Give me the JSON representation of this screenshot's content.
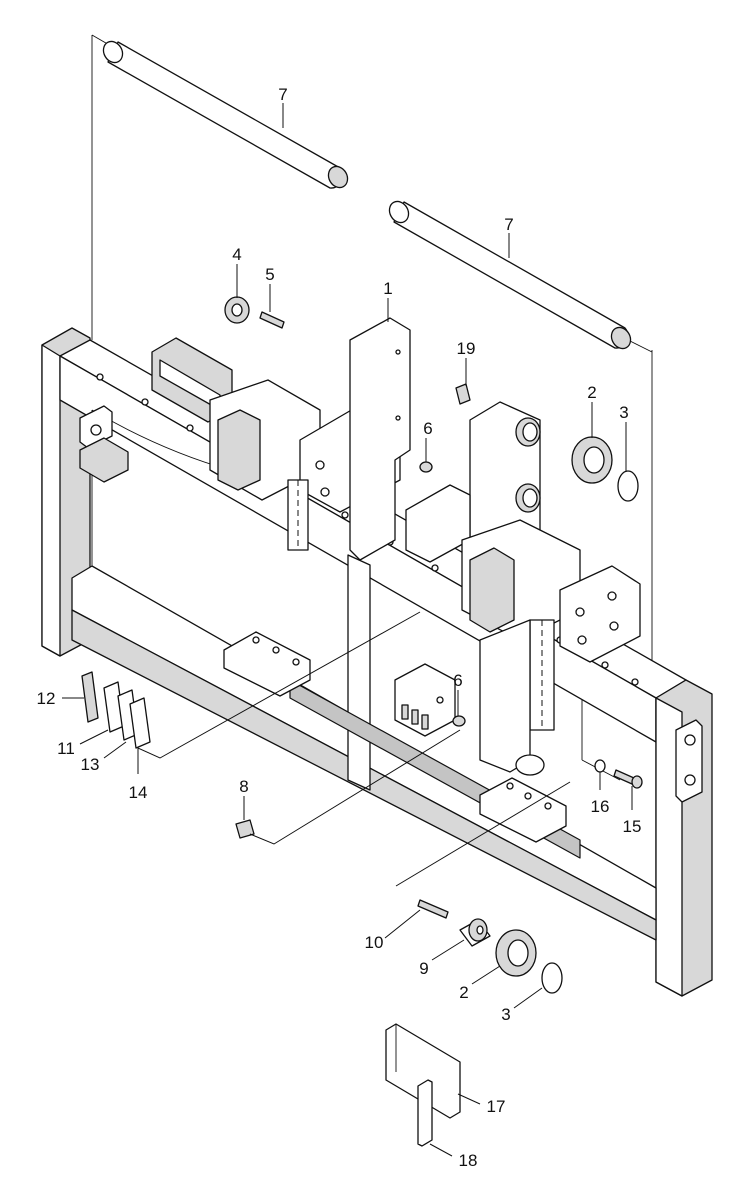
{
  "callouts": [
    {
      "id": "c1",
      "label": "1"
    },
    {
      "id": "c2a",
      "label": "2"
    },
    {
      "id": "c2b",
      "label": "2"
    },
    {
      "id": "c3a",
      "label": "3"
    },
    {
      "id": "c3b",
      "label": "3"
    },
    {
      "id": "c4",
      "label": "4"
    },
    {
      "id": "c5",
      "label": "5"
    },
    {
      "id": "c6a",
      "label": "6"
    },
    {
      "id": "c6b",
      "label": "6"
    },
    {
      "id": "c7a",
      "label": "7"
    },
    {
      "id": "c7b",
      "label": "7"
    },
    {
      "id": "c8",
      "label": "8"
    },
    {
      "id": "c9",
      "label": "9"
    },
    {
      "id": "c10",
      "label": "10"
    },
    {
      "id": "c11",
      "label": "11"
    },
    {
      "id": "c12",
      "label": "12"
    },
    {
      "id": "c13",
      "label": "13"
    },
    {
      "id": "c14",
      "label": "14"
    },
    {
      "id": "c15",
      "label": "15"
    },
    {
      "id": "c16",
      "label": "16"
    },
    {
      "id": "c17",
      "label": "17"
    },
    {
      "id": "c18",
      "label": "18"
    },
    {
      "id": "c19",
      "label": "19"
    }
  ]
}
